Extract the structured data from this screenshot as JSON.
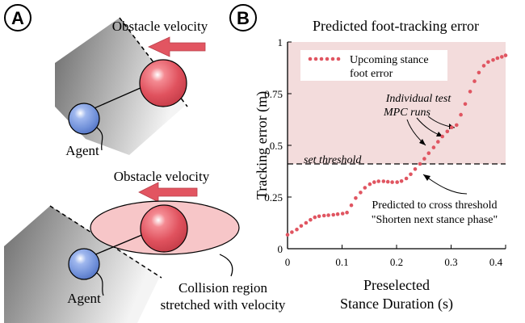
{
  "panel_a": {
    "label": "A",
    "obstacle_velocity_top": "Obstacle velocity",
    "obstacle_velocity_bottom": "Obstacle velocity",
    "agent_top": "Agent",
    "agent_bottom": "Agent",
    "collision_line1": "Collision region",
    "collision_line2": "stretched with velocity"
  },
  "panel_b": {
    "label": "B",
    "legend": {
      "line1": "Upcoming stance",
      "line2": "foot error"
    },
    "threshold_label": "set threshold",
    "annotation_runs_line1": "Individual test",
    "annotation_runs_line2": "MPC runs",
    "annotation_cross_line1": "Predicted to cross threshold",
    "annotation_cross_line2": "\"Shorten next stance phase\"",
    "colors": {
      "dot": "#e05561",
      "shade": "#f3dcdc",
      "ball": "#e0525e",
      "agent": "#6f8fd8"
    }
  },
  "chart_data": {
    "type": "scatter",
    "title": "Predicted foot-tracking error",
    "xlabel_line1": "Preselected",
    "xlabel_line2": "Stance Duration (s)",
    "ylabel": "Tracking error (m)",
    "xlim": [
      0,
      0.4
    ],
    "ylim": [
      0,
      1
    ],
    "xticks": [
      "0",
      "0.1",
      "0.2",
      "0.3",
      "0.4"
    ],
    "yticks": [
      "0",
      "0.25",
      "0.5",
      "0.75",
      "1"
    ],
    "threshold": 0.41,
    "series": [
      {
        "name": "Upcoming stance foot error",
        "points": [
          [
            0.0,
            0.067
          ],
          [
            0.008,
            0.08
          ],
          [
            0.017,
            0.093
          ],
          [
            0.025,
            0.11
          ],
          [
            0.034,
            0.125
          ],
          [
            0.042,
            0.14
          ],
          [
            0.05,
            0.152
          ],
          [
            0.058,
            0.157
          ],
          [
            0.067,
            0.16
          ],
          [
            0.075,
            0.162
          ],
          [
            0.084,
            0.164
          ],
          [
            0.092,
            0.167
          ],
          [
            0.101,
            0.17
          ],
          [
            0.109,
            0.175
          ],
          [
            0.117,
            0.21
          ],
          [
            0.125,
            0.245
          ],
          [
            0.134,
            0.272
          ],
          [
            0.142,
            0.295
          ],
          [
            0.151,
            0.312
          ],
          [
            0.159,
            0.322
          ],
          [
            0.167,
            0.326
          ],
          [
            0.176,
            0.326
          ],
          [
            0.184,
            0.324
          ],
          [
            0.192,
            0.322
          ],
          [
            0.201,
            0.322
          ],
          [
            0.209,
            0.327
          ],
          [
            0.218,
            0.34
          ],
          [
            0.226,
            0.36
          ],
          [
            0.234,
            0.385
          ],
          [
            0.243,
            0.41
          ],
          [
            0.251,
            0.435
          ],
          [
            0.259,
            0.462
          ],
          [
            0.268,
            0.49
          ],
          [
            0.276,
            0.517
          ],
          [
            0.284,
            0.543
          ],
          [
            0.293,
            0.567
          ],
          [
            0.301,
            0.587
          ],
          [
            0.31,
            0.598
          ],
          [
            0.318,
            0.648
          ],
          [
            0.326,
            0.7
          ],
          [
            0.335,
            0.76
          ],
          [
            0.343,
            0.81
          ],
          [
            0.351,
            0.852
          ],
          [
            0.36,
            0.885
          ],
          [
            0.368,
            0.903
          ],
          [
            0.377,
            0.913
          ],
          [
            0.385,
            0.922
          ],
          [
            0.393,
            0.928
          ],
          [
            0.4,
            0.935
          ]
        ]
      }
    ]
  }
}
